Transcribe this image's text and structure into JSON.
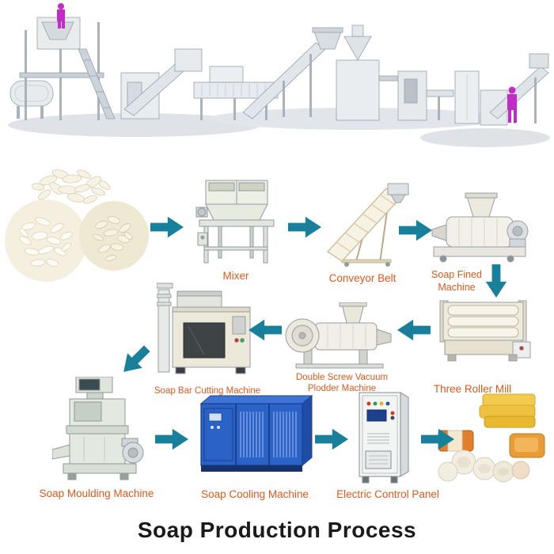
{
  "title": "Soap Production Process",
  "colors": {
    "arrow": "#19809b",
    "label": "#dd5a1c",
    "title": "#1a1a1c",
    "cooling_machine_blue": "#2a62c6",
    "worker_figure_magenta": "#c32bc9"
  },
  "stages": {
    "mixer": {
      "label": "Mixer"
    },
    "conveyor": {
      "label": "Conveyor Belt"
    },
    "fined": {
      "label": "Soap Fined Machine"
    },
    "roller_mill": {
      "label": "Three Roller Mill"
    },
    "plodder": {
      "label": "Double Screw Vacuum Plodder Machine"
    },
    "cutting": {
      "label": "Soap Bar Cutting Machine"
    },
    "moulding": {
      "label": "Soap Moulding Machine"
    },
    "cooling": {
      "label": "Soap Cooling Machine"
    },
    "control_panel": {
      "label": "Electric Control Panel"
    }
  }
}
